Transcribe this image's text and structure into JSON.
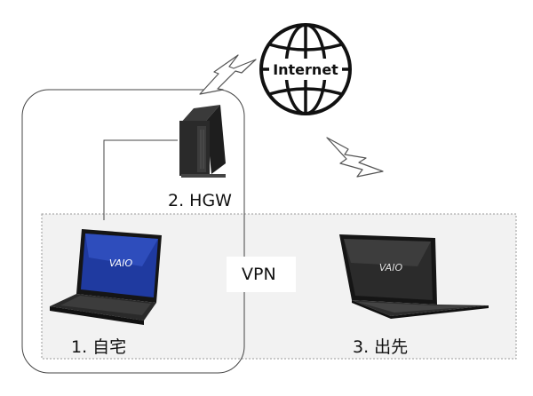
{
  "globe": {
    "text": "Internet"
  },
  "labels": {
    "hgw": "2. HGW",
    "vpn": "VPN",
    "home": "1. 自宅",
    "remote": "3. 出先"
  },
  "laptop_logo": "VAIO"
}
